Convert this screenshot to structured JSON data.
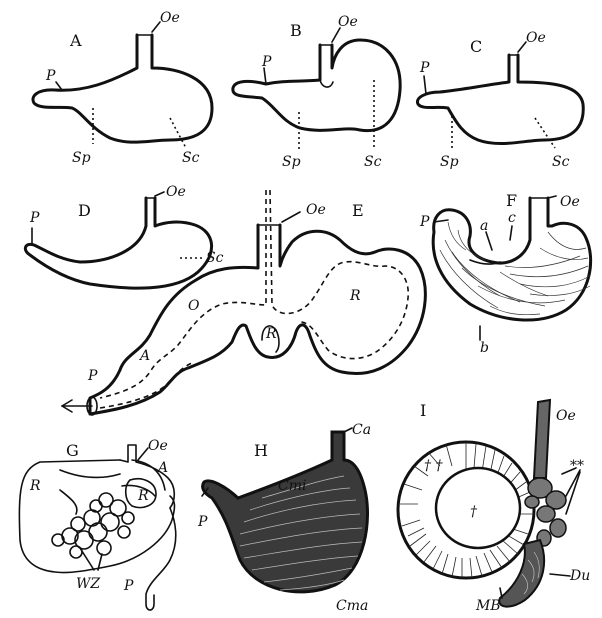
{
  "panels": {
    "A": {
      "letter": "A",
      "oe": "Oe",
      "p": "P",
      "sp": "Sp",
      "sc": "Sc"
    },
    "B": {
      "letter": "B",
      "oe": "Oe",
      "p": "P",
      "sp": "Sp",
      "sc": "Sc"
    },
    "C": {
      "letter": "C",
      "oe": "Oe",
      "p": "P",
      "sp": "Sp",
      "sc": "Sc"
    },
    "D": {
      "letter": "D",
      "oe": "Oe",
      "p": "P",
      "sc": "Sc"
    },
    "E": {
      "letter": "E",
      "oe": "Oe",
      "p": "P",
      "r1": "R",
      "r2": "R",
      "o": "O",
      "a": "A"
    },
    "F": {
      "letter": "F",
      "oe": "Oe",
      "p": "P",
      "a": "a",
      "b": "b",
      "c": "c"
    },
    "G": {
      "letter": "G",
      "oe": "Oe",
      "r1": "R",
      "r2": "R",
      "a": "A",
      "wz": "WZ",
      "p": "P"
    },
    "H": {
      "letter": "H",
      "ca": "Ca",
      "cmi": "Cmi",
      "cma": "Cma",
      "p": "P"
    },
    "I": {
      "letter": "I",
      "oe": "Oe",
      "stars": "**",
      "cross2": "† †",
      "cross1": "†",
      "du": "Du",
      "mb": "MB"
    }
  }
}
